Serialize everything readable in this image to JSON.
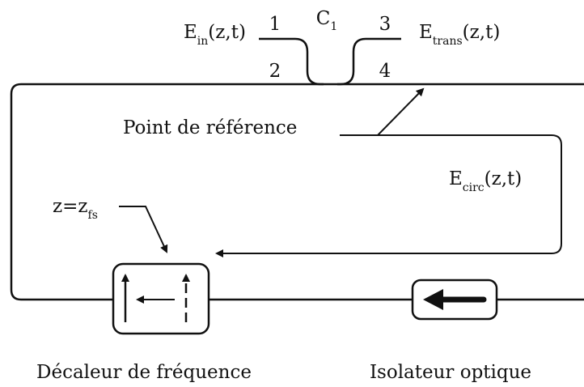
{
  "coupler": {
    "name": "C",
    "name_sub": "1",
    "ports": [
      "1",
      "2",
      "3",
      "4"
    ]
  },
  "fields": {
    "input": {
      "base": "E",
      "sub": "in",
      "args": "(z,t)"
    },
    "transmitted": {
      "base": "E",
      "sub": "trans",
      "args": "(z,t)"
    },
    "circulating": {
      "base": "E",
      "sub": "circ",
      "args": "(z,t)"
    }
  },
  "reference_point_label": "Point de référence",
  "position_label": {
    "base": "z=z",
    "sub": "fs"
  },
  "components": {
    "frequency_shifter": "Décaleur de fréquence",
    "optical_isolator": "Isolateur optique"
  }
}
